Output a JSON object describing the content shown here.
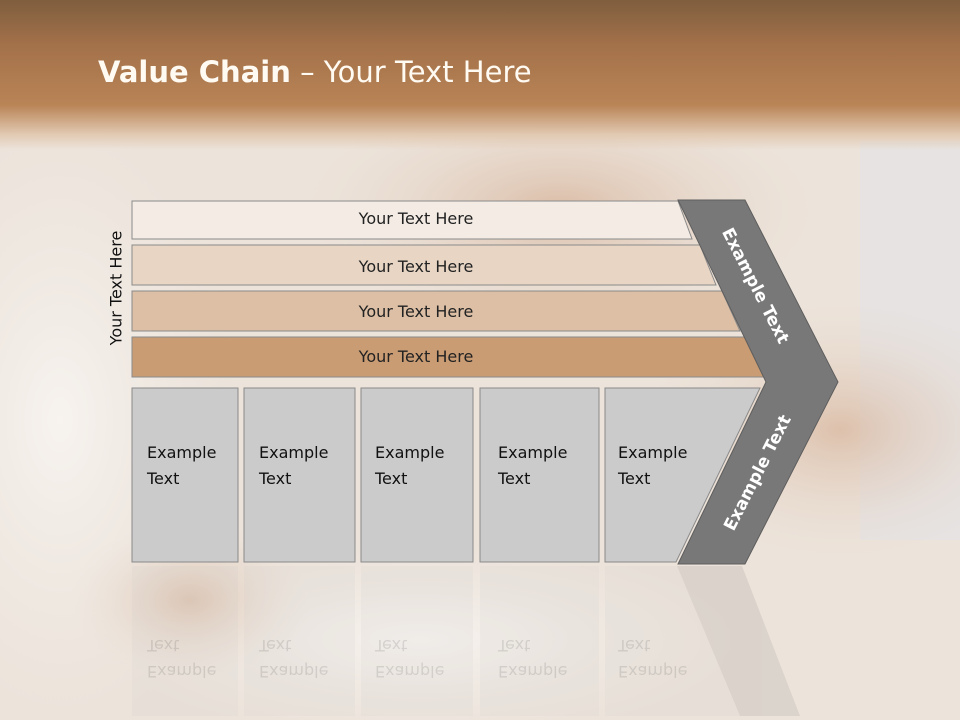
{
  "slide": {
    "title_bold": "Value Chain",
    "title_rest": " – Your Text Here",
    "side_label": "Your Text Here"
  },
  "bars": [
    {
      "label": "Your Text Here",
      "fill": "#f3ebe4"
    },
    {
      "label": "Your Text Here",
      "fill": "#e8d5c4"
    },
    {
      "label": "Your Text Here",
      "fill": "#dcbfa5"
    },
    {
      "label": "Your Text Here",
      "fill": "#c99c74"
    }
  ],
  "boxes": [
    {
      "label": "Example\nText"
    },
    {
      "label": "Example\nText"
    },
    {
      "label": "Example\nText"
    },
    {
      "label": "Example\nText"
    },
    {
      "label": "Example\nText"
    }
  ],
  "chevron": {
    "upper_label": "Example Text",
    "lower_label": "Example Text",
    "fill": "#787878"
  },
  "colors": {
    "box_fill": "#cbcbcb",
    "box_stroke": "#8a8a8a"
  }
}
